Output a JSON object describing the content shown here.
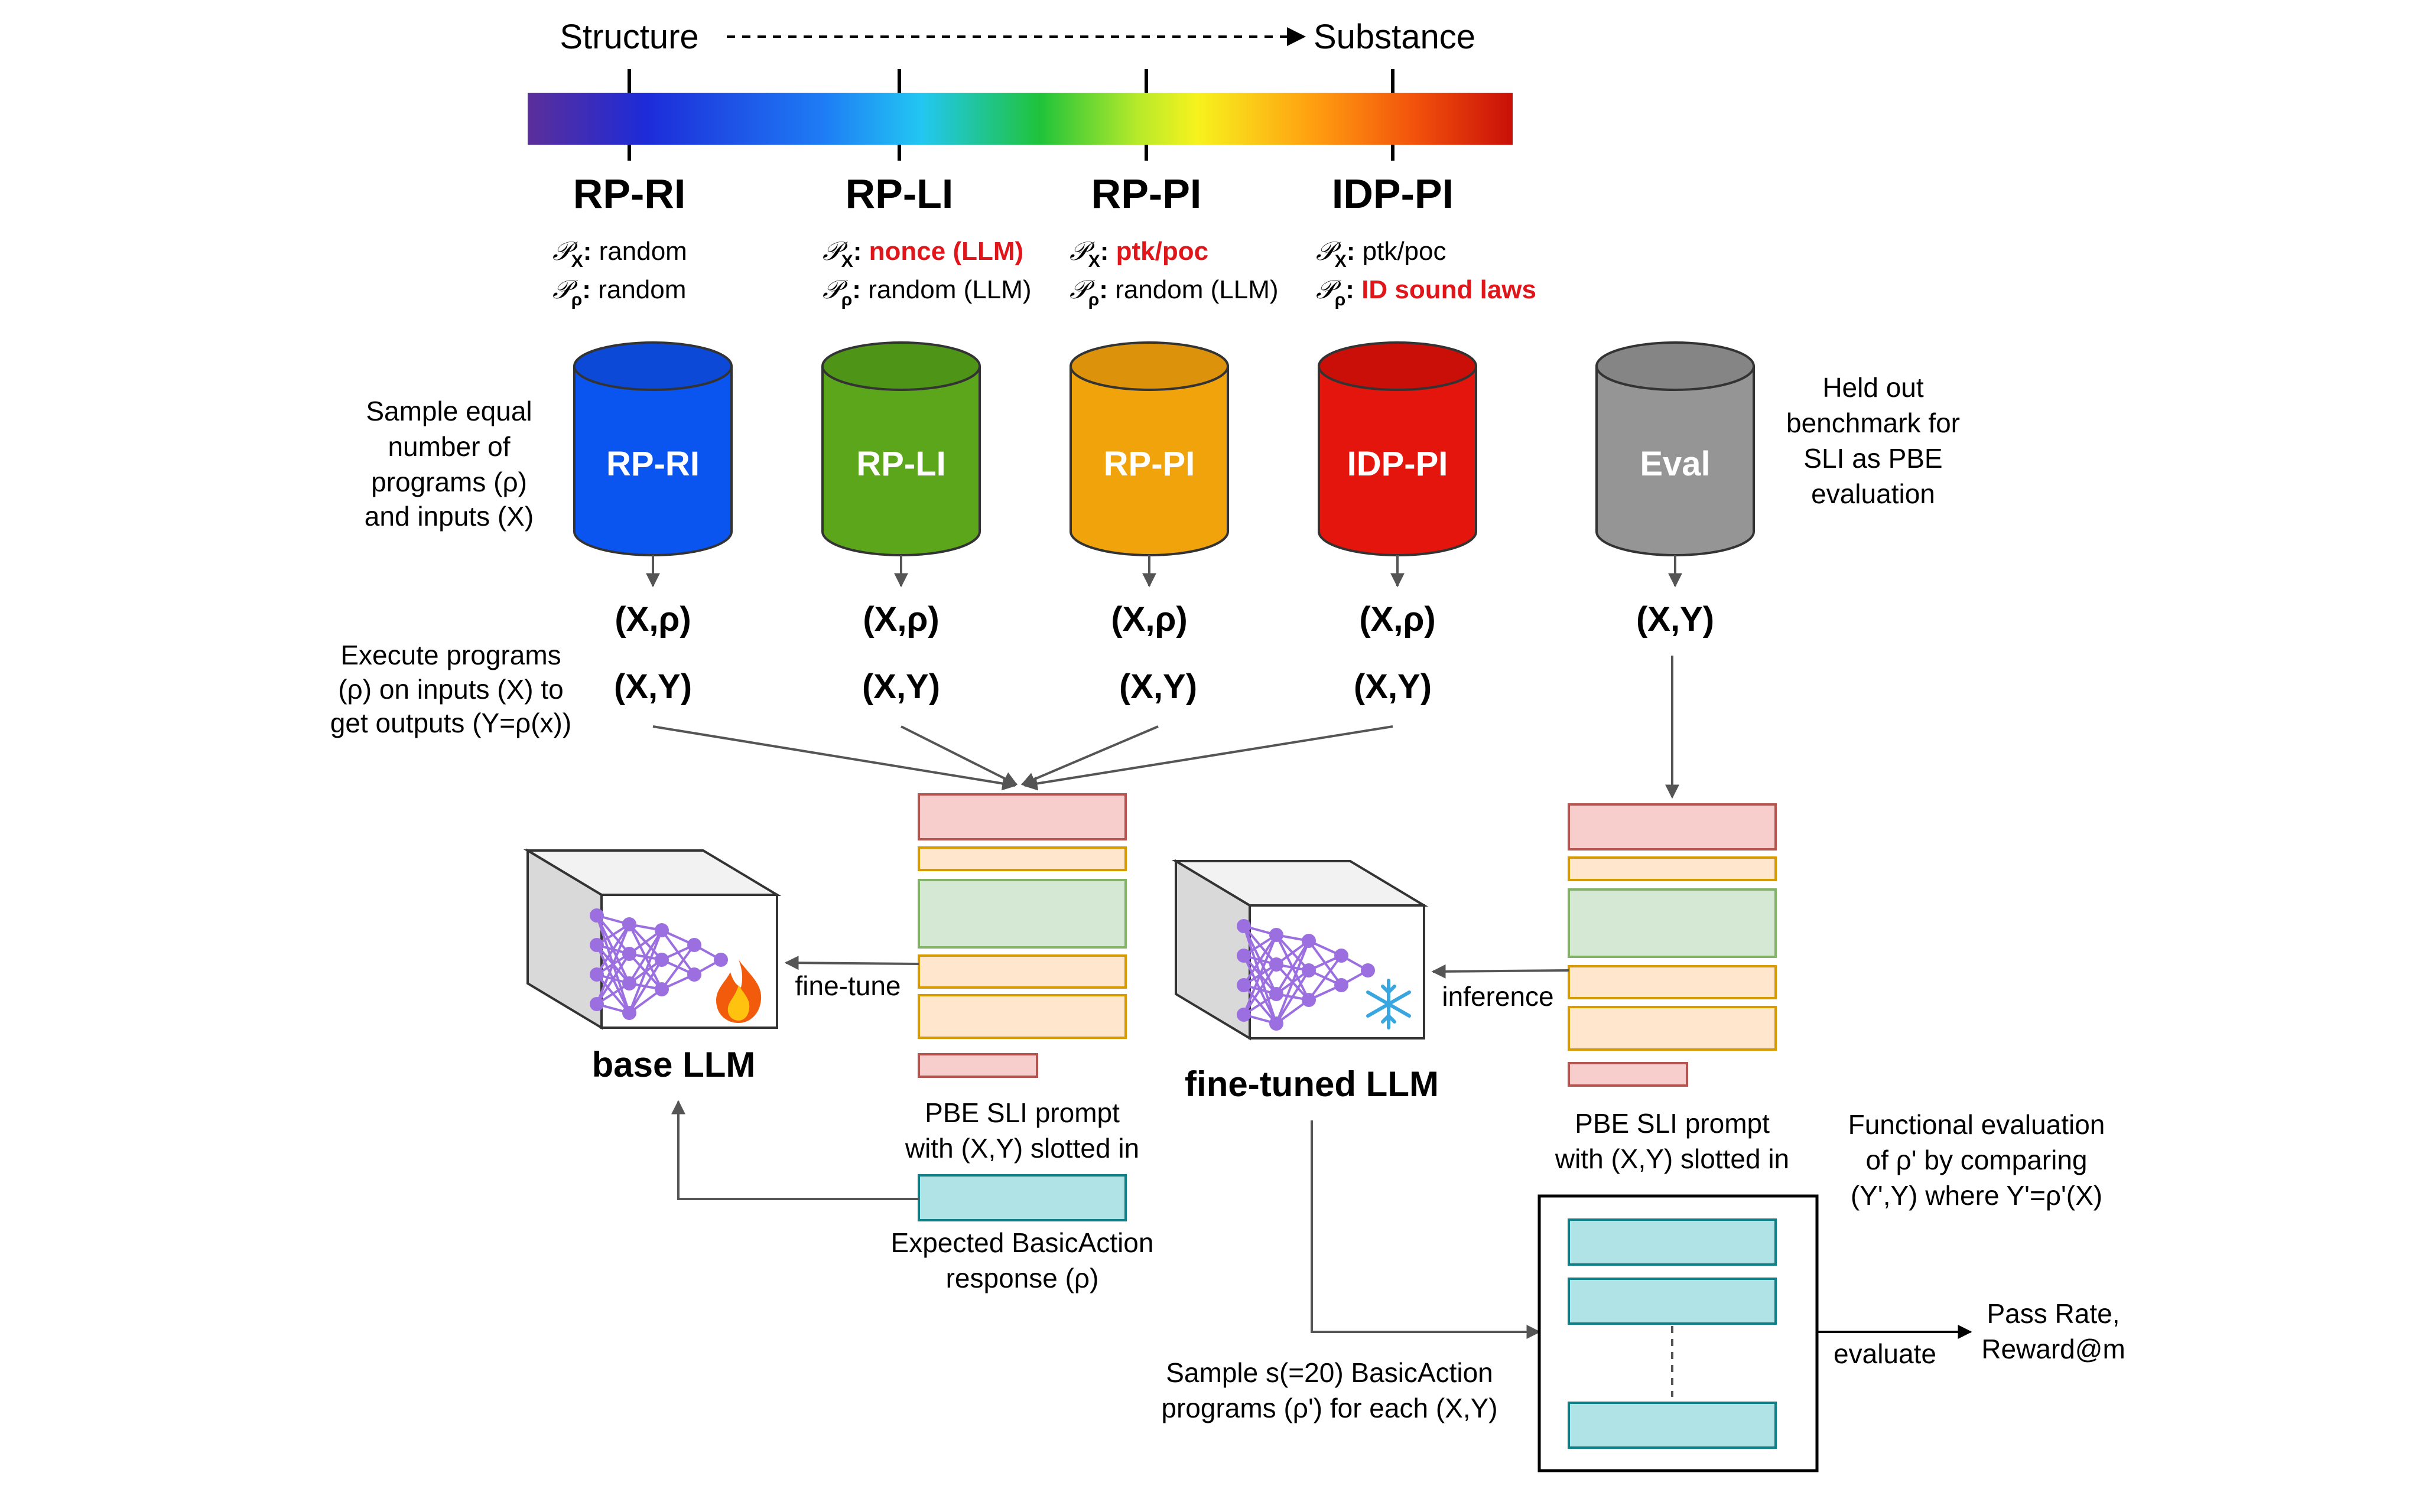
{
  "spectrum": {
    "left_label": "Structure",
    "right_label": "Substance"
  },
  "categories": [
    {
      "name": "RP-RI",
      "px_label": "𝒫",
      "px_sub": "X",
      "px_value": "random",
      "px_highlight": false,
      "pr_label": "𝒫",
      "pr_sub": "ρ",
      "pr_value": "random",
      "pr_highlight": false
    },
    {
      "name": "RP-LI",
      "px_label": "𝒫",
      "px_sub": "X",
      "px_value": "nonce (LLM)",
      "px_highlight": true,
      "pr_label": "𝒫",
      "pr_sub": "ρ",
      "pr_value": "random (LLM)",
      "pr_highlight": false
    },
    {
      "name": "RP-PI",
      "px_label": "𝒫",
      "px_sub": "X",
      "px_value": "ptk/poc",
      "px_highlight": true,
      "pr_label": "𝒫",
      "pr_sub": "ρ",
      "pr_value": "random (LLM)",
      "pr_highlight": false
    },
    {
      "name": "IDP-PI",
      "px_label": "𝒫",
      "px_sub": "X",
      "px_value": "ptk/poc",
      "px_highlight": false,
      "pr_label": "𝒫",
      "pr_sub": "ρ",
      "pr_value": "ID sound laws",
      "pr_highlight": true
    }
  ],
  "datasets": [
    {
      "label": "RP-RI",
      "color": "#0a55f0",
      "top_color": "#0b49d6",
      "pair1": "(X,ρ)",
      "pair2": "(X,Y)"
    },
    {
      "label": "RP-LI",
      "color": "#5ca61c",
      "top_color": "#4e9416",
      "pair1": "(X,ρ)",
      "pair2": "(X,Y)"
    },
    {
      "label": "RP-PI",
      "color": "#f0a30a",
      "top_color": "#dc920a",
      "pair1": "(X,ρ)",
      "pair2": "(X,Y)"
    },
    {
      "label": "IDP-PI",
      "color": "#e3150c",
      "top_color": "#c90f08",
      "pair1": "(X,ρ)",
      "pair2": "(X,Y)"
    },
    {
      "label": "Eval",
      "color": "#959595",
      "top_color": "#858585",
      "pair1": "(X,Y)",
      "pair2": ""
    }
  ],
  "notes": {
    "sample_equal": [
      "Sample equal",
      "number of",
      "programs (ρ)",
      "and inputs (X)"
    ],
    "held_out": [
      "Held out",
      "benchmark for",
      "SLI as PBE",
      "evaluation"
    ],
    "execute": [
      "Execute programs",
      "(ρ) on inputs (X) to",
      "get outputs (Y=ρ(x))"
    ],
    "prompt_left": [
      "PBE SLI prompt",
      "with (X,Y) slotted in"
    ],
    "prompt_right": [
      "PBE SLI prompt",
      "with (X,Y) slotted in"
    ],
    "expected": [
      "Expected BasicAction",
      "response (ρ)"
    ],
    "functional": [
      "Functional evaluation",
      "of ρ' by comparing",
      "(Y',Y) where Y'=ρ'(X)"
    ],
    "sample_s": [
      "Sample s(=20) BasicAction",
      "programs (ρ') for each (X,Y)"
    ],
    "pass_rate": [
      "Pass Rate,",
      "Reward@m"
    ]
  },
  "edges": {
    "fine_tune": "fine-tune",
    "inference": "inference",
    "evaluate": "evaluate"
  },
  "models": {
    "base": "base LLM",
    "finetuned": "fine-tuned LLM",
    "base_icon": "fire-icon",
    "finetuned_icon": "snowflake-icon"
  },
  "colors": {
    "highlight": "#e0161b",
    "arrow": "#555555",
    "pink_fill": "#f8cecc",
    "pink_stroke": "#b85450",
    "orange_fill": "#ffe6cc",
    "orange_stroke": "#d79b00",
    "green_fill": "#d5e8d4",
    "green_stroke": "#82b366",
    "teal_fill": "#b0e3e6",
    "teal_stroke": "#0e8088",
    "neuron": "#9b6fe0"
  }
}
